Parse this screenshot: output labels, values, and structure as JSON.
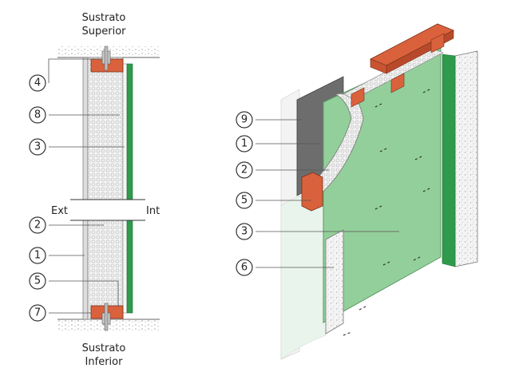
{
  "section": {
    "top_substrate": [
      "Sustrato",
      "Superior"
    ],
    "bottom_substrate": [
      "Sustrato",
      "Inferior"
    ],
    "ext_label": "Ext",
    "int_label": "Int",
    "callouts": [
      "4",
      "8",
      "3",
      "2",
      "1",
      "5",
      "7"
    ]
  },
  "isometric": {
    "callouts": [
      "9",
      "1",
      "2",
      "5",
      "3",
      "6"
    ]
  },
  "colors": {
    "board_green": "#93cf9a",
    "board_green_dark": "#2f9a4b",
    "timber": "#d9623c",
    "membrane": "#6d6d6d"
  }
}
